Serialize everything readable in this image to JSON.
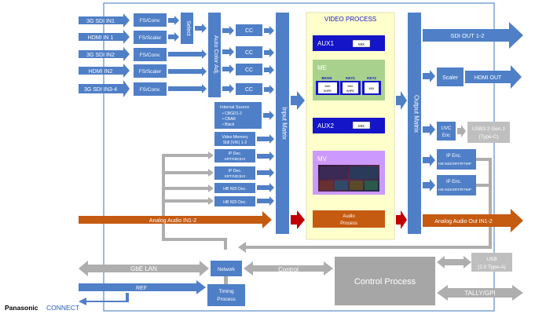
{
  "inputs": {
    "sdi_in1": "3G SDI IN1",
    "hdmi_in1": "HDMI IN 1",
    "sdi_in2": "3G SDI IN2",
    "hdmi_in2": "HDMI IN2",
    "sdi_in34": "3G SDI IN3-4",
    "analog_in": "Analog Audio IN1-2",
    "gbe_lan": "GbE LAN",
    "ref": "REF"
  },
  "blocks": {
    "fs_conv": "FS/Conv.",
    "fs_scaler": "FS/Scaler",
    "select": "Select",
    "auto_color": "Auto Color Adj.",
    "cc": "CC",
    "input_matrix": "Input Matrix",
    "output_matrix": "Output Matrix",
    "internal_source": {
      "title": "Internal Source",
      "items": [
        "CBGD1-2",
        "CBAR",
        "Black"
      ]
    },
    "video_memory": {
      "line1": "Video Memory",
      "line2": "Still (V/K) 1-2"
    },
    "ip_dec1": {
      "line1": "IP Dec.",
      "line2": "SRT/NDI|HX"
    },
    "ip_dec2": {
      "line1": "IP Dec.",
      "line2": "SRT/NDI|HX"
    },
    "hb_ndi_dec": "HB NDI Dec.",
    "network": "Network",
    "timing": {
      "line1": "Timing",
      "line2": "Process"
    },
    "control_arrow": "Control",
    "control_process": "Control Process",
    "scaler": "Scaler",
    "uvc": {
      "line1": "UVC",
      "line2": "Enc"
    },
    "ip_enc1": {
      "line1": "IP Enc.",
      "line2": "HB NDI/SRT/RTMP"
    },
    "ip_enc2": {
      "line1": "IP Enc.",
      "line2": "HB NDI/SRT/RTMP"
    }
  },
  "video_process": {
    "title": "VIDEO PROCESS",
    "aux1": "AUX1",
    "aux2": "AUX2",
    "mix": "MIX",
    "me": "ME",
    "bkgd": "BKGD",
    "key1": "KEY1",
    "key2": "KEY2",
    "mix_wipe": {
      "line1": "MIX",
      "line2": "WIPE"
    },
    "mv": "MV",
    "audio": {
      "line1": "Audio",
      "line2": "Process"
    }
  },
  "outputs": {
    "sdi_out": "SDI OUT 1-2",
    "hdmi_out": "HDMI OUT",
    "usb32": {
      "line1": "USB3.2 Gen.1",
      "line2": "(Type-C)"
    },
    "analog_out": "Analog Audio Out IN1-2",
    "usb": {
      "line1": "USB",
      "line2": "(2.0 Type-A)"
    },
    "tally": "TALLY/GPI"
  },
  "brand": {
    "part1": "Panasonic",
    "part2": "CONNECT"
  },
  "colors": {
    "blue": "#4f7fc7",
    "light_blue": "#8fb0e0",
    "dark_blue": "#1414c8",
    "gray": "#aeaeae",
    "orange": "#c55a11",
    "yellow_panel": "#ffffcc",
    "green_panel": "#a9d18e",
    "purple_panel": "#cc99ff",
    "red": "#c00000"
  }
}
